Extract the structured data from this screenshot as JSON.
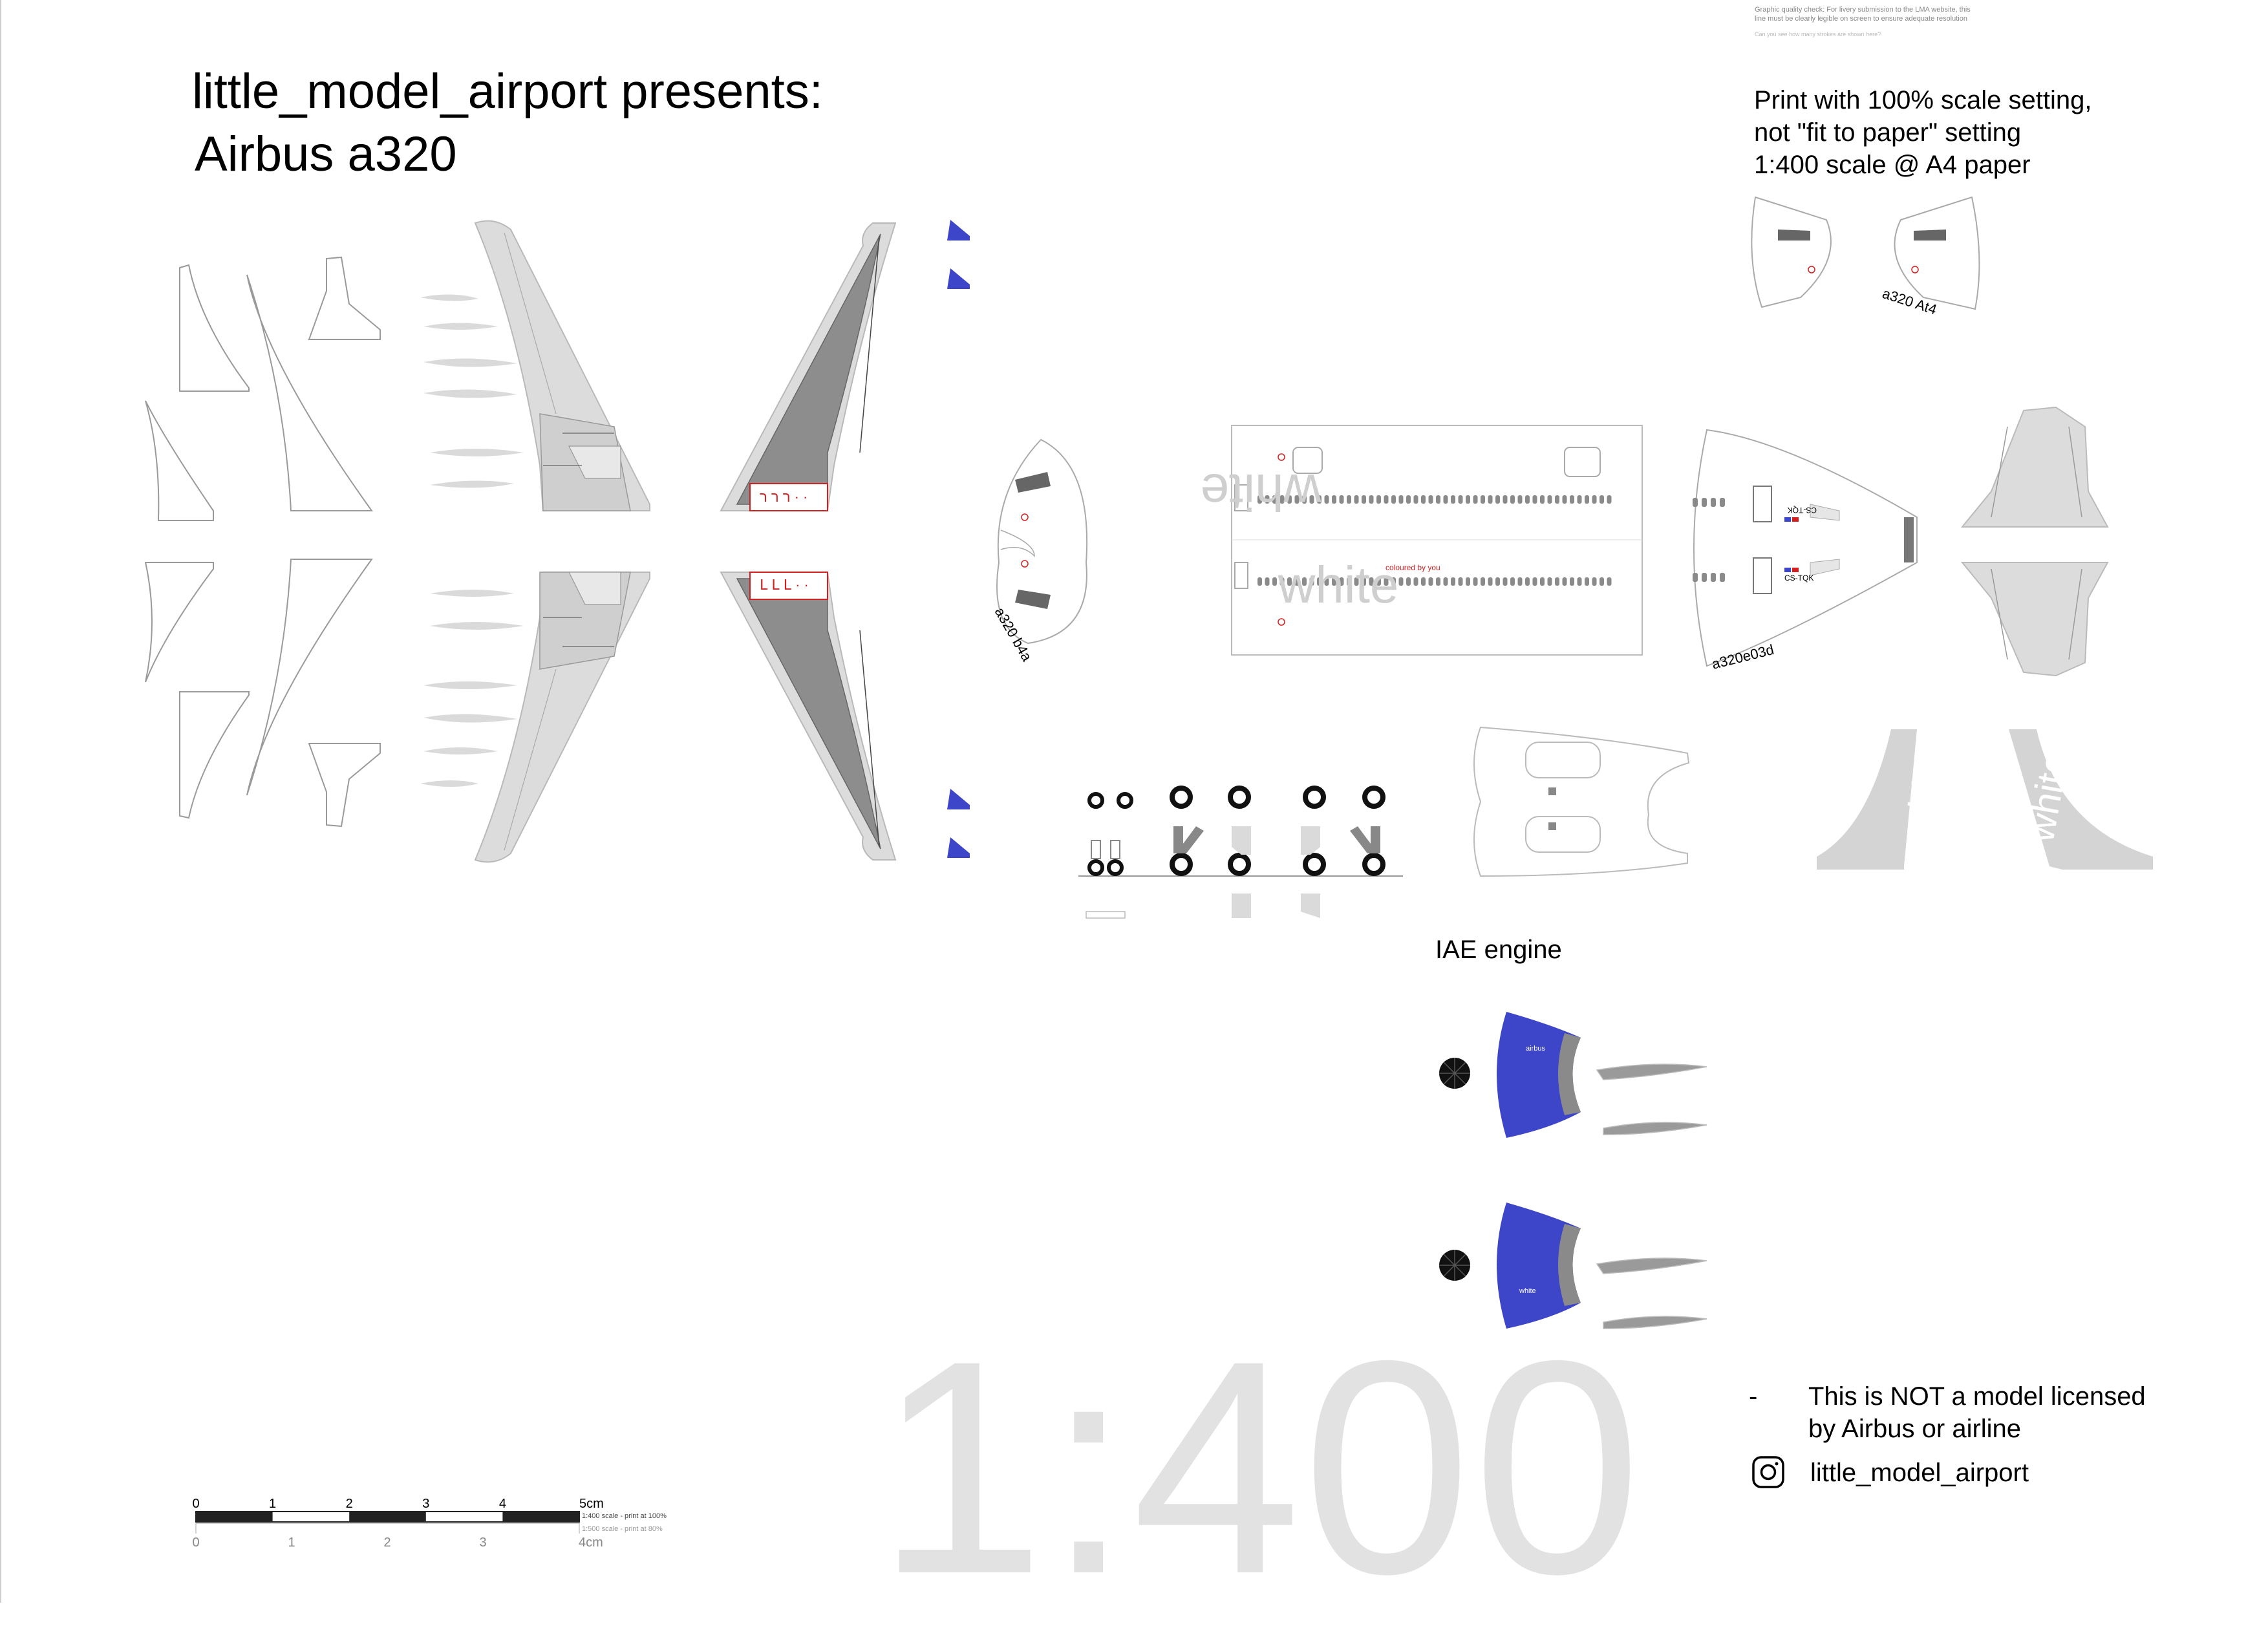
{
  "header": {
    "title_line1": "little_model_airport presents:",
    "title_line2": "Airbus a320"
  },
  "quality_check": {
    "line1": "Graphic quality check: For livery submission to the LMA website, this",
    "line2": "line must be clearly legible on screen to ensure adequate resolution",
    "line3": "Can you see how many strokes are shown here?"
  },
  "print_instructions": {
    "line1": "Print with 100% scale setting,",
    "line2": "not \"fit to paper\" setting",
    "line3": "1:400 scale @ A4 paper"
  },
  "part_labels": {
    "nose_a4": "a320 At4",
    "nose_b4": "a320 b4a",
    "tail_cone": "a320e03d",
    "fuselage_white_top": "white",
    "fuselage_white_bottom": "white",
    "coloured_by": "coloured by you",
    "registration_top": "CS-TQK",
    "registration_bottom": "CS-TQK",
    "fin_left": "white",
    "fin_right": "white",
    "engine_top": "airbus",
    "engine_bottom": "white"
  },
  "engine_section": {
    "label": "IAE engine"
  },
  "scale_bar": {
    "ticks_top": [
      "0",
      "1",
      "2",
      "3",
      "4",
      "5cm"
    ],
    "ticks_bottom": [
      "0",
      "1",
      "2",
      "3",
      "4cm"
    ],
    "note_top": "1:400 scale - print at 100%",
    "note_bottom": "1:500 scale - print at 80%"
  },
  "scale_big": "1:400",
  "disclaimer": {
    "dash": "-",
    "line1": "This is NOT a model licensed",
    "line2": "by Airbus or airline",
    "instagram": "little_model_airport",
    "instagram_icon": "instagram-icon"
  },
  "colors": {
    "engine_blue": "#3d45c8",
    "part_grey": "#dcdcdc",
    "dark_grey": "#8a8a8a",
    "accent_red": "#d22020",
    "big_text_grey": "#e2e2e2"
  }
}
